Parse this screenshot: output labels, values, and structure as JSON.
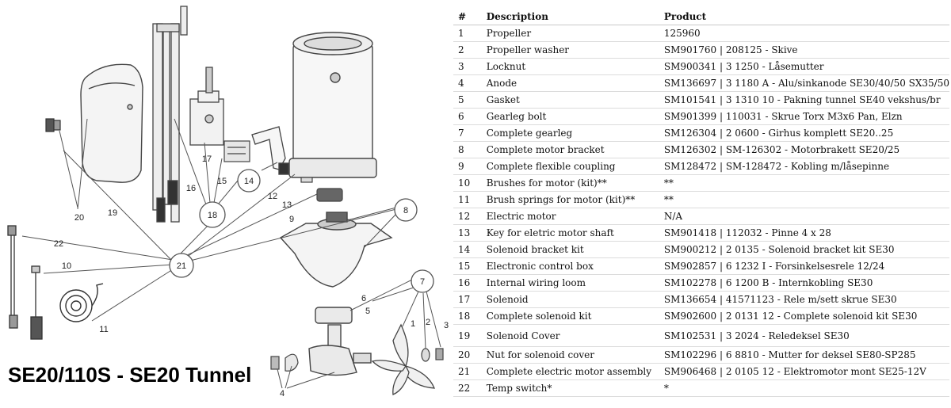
{
  "diagram": {
    "title": "SE20/110S - SE20 Tunnel",
    "labels": [
      "1",
      "2",
      "3",
      "4",
      "5",
      "6",
      "7",
      "8",
      "9",
      "10",
      "11",
      "12",
      "13",
      "14",
      "15",
      "16",
      "17",
      "18",
      "19",
      "20",
      "21",
      "22"
    ]
  },
  "table": {
    "headers": {
      "num": "#",
      "description": "Description",
      "product": "Product"
    },
    "rows": [
      {
        "num": "1",
        "description": "Propeller",
        "product": "125960"
      },
      {
        "num": "2",
        "description": "Propeller washer",
        "product": "SM901760 | 208125 - Skive"
      },
      {
        "num": "3",
        "description": "Locknut",
        "product": "SM900341 | 3 1250 - Låsemutter"
      },
      {
        "num": "4",
        "description": "Anode",
        "product": "SM136697 | 3 1180 A - Alu/sinkanode SE30/40/50 SX35/50"
      },
      {
        "num": "5",
        "description": "Gasket",
        "product": "SM101541 | 3 1310 10 - Pakning tunnel SE40 vekshus/br"
      },
      {
        "num": "6",
        "description": "Gearleg bolt",
        "product": "SM901399 | 110031 - Skrue Torx M3x6 Pan, Elzn"
      },
      {
        "num": "7",
        "description": "Complete gearleg",
        "product": "SM126304 | 2 0600 - Girhus komplett SE20..25"
      },
      {
        "num": "8",
        "description": "Complete motor bracket",
        "product": "SM126302 | SM-126302 - Motorbrakett SE20/25"
      },
      {
        "num": "9",
        "description": "Complete flexible coupling",
        "product": "SM128472 | SM-128472 - Kobling m/låsepinne"
      },
      {
        "num": "10",
        "description": "Brushes for motor (kit)**",
        "product": "**"
      },
      {
        "num": "11",
        "description": "Brush springs for motor (kit)**",
        "product": "**"
      },
      {
        "num": "12",
        "description": "Electric motor",
        "product": "N/A"
      },
      {
        "num": "13",
        "description": "Key for eletric motor shaft",
        "product": "SM901418 | 112032 - Pinne 4 x 28"
      },
      {
        "num": "14",
        "description": "Solenoid bracket kit",
        "product": "SM900212 | 2 0135 - Solenoid bracket kit SE30"
      },
      {
        "num": "15",
        "description": "Electronic control box",
        "product": "SM902857 | 6 1232 I - Forsinkelsesrele 12/24"
      },
      {
        "num": "16",
        "description": "Internal wiring loom",
        "product": "SM102278 | 6 1200 B - Internkobling SE30"
      },
      {
        "num": "17",
        "description": "Solenoid",
        "product": "SM136654 | 41571123 - Rele m/sett skrue SE30"
      },
      {
        "num": "18",
        "description": "Complete solenoid kit",
        "product": "SM902600 | 2 0131 12 - Complete solenoid kit SE30"
      },
      {
        "num": "19",
        "description": "Solenoid Cover",
        "product": "SM102531 | 3 2024 - Reledeksel SE30"
      },
      {
        "num": "20",
        "description": "Nut for solenoid cover",
        "product": "SM102296 | 6 8810 - Mutter for deksel SE80-SP285"
      },
      {
        "num": "21",
        "description": "Complete electric motor assembly",
        "product": "SM906468 | 2 0105 12 - Elektromotor mont SE25-12V"
      },
      {
        "num": "22",
        "description": "Temp switch*",
        "product": "*"
      }
    ]
  }
}
